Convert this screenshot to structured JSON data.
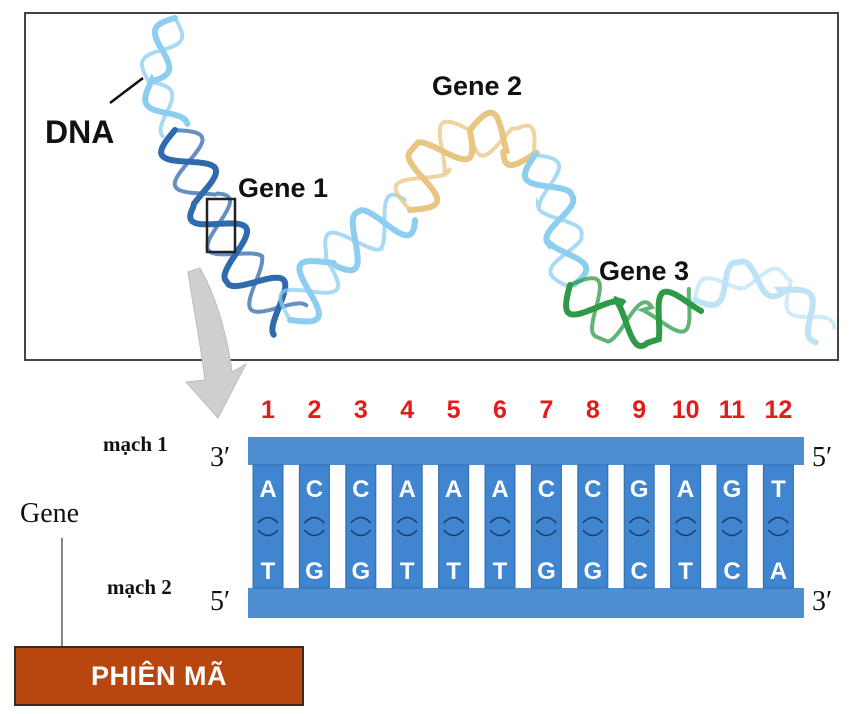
{
  "top_panel": {
    "dna_label": "DNA",
    "genes": [
      {
        "label": "Gene 1",
        "color": "#2f6aac"
      },
      {
        "label": "Gene 2",
        "color": "#e8c580"
      },
      {
        "label": "Gene 3",
        "color": "#2e9a48"
      }
    ],
    "intergenic_color": "#8ccdf0"
  },
  "sequence": {
    "positions": [
      "1",
      "2",
      "3",
      "4",
      "5",
      "6",
      "7",
      "8",
      "9",
      "10",
      "11",
      "12"
    ],
    "position_color": "#e21b1b",
    "strand1": {
      "label": "mạch 1",
      "left_end": "3′",
      "right_end": "5′",
      "bases": [
        "A",
        "C",
        "C",
        "A",
        "A",
        "A",
        "C",
        "C",
        "G",
        "A",
        "G",
        "T"
      ]
    },
    "strand2": {
      "label": "mạch 2",
      "left_end": "5′",
      "right_end": "3′",
      "bases": [
        "T",
        "G",
        "G",
        "T",
        "T",
        "T",
        "G",
        "G",
        "C",
        "T",
        "C",
        "A"
      ]
    },
    "backbone_color": "#4d8fd1"
  },
  "gene_label": "Gene",
  "action_button": "PHIÊN MÃ"
}
